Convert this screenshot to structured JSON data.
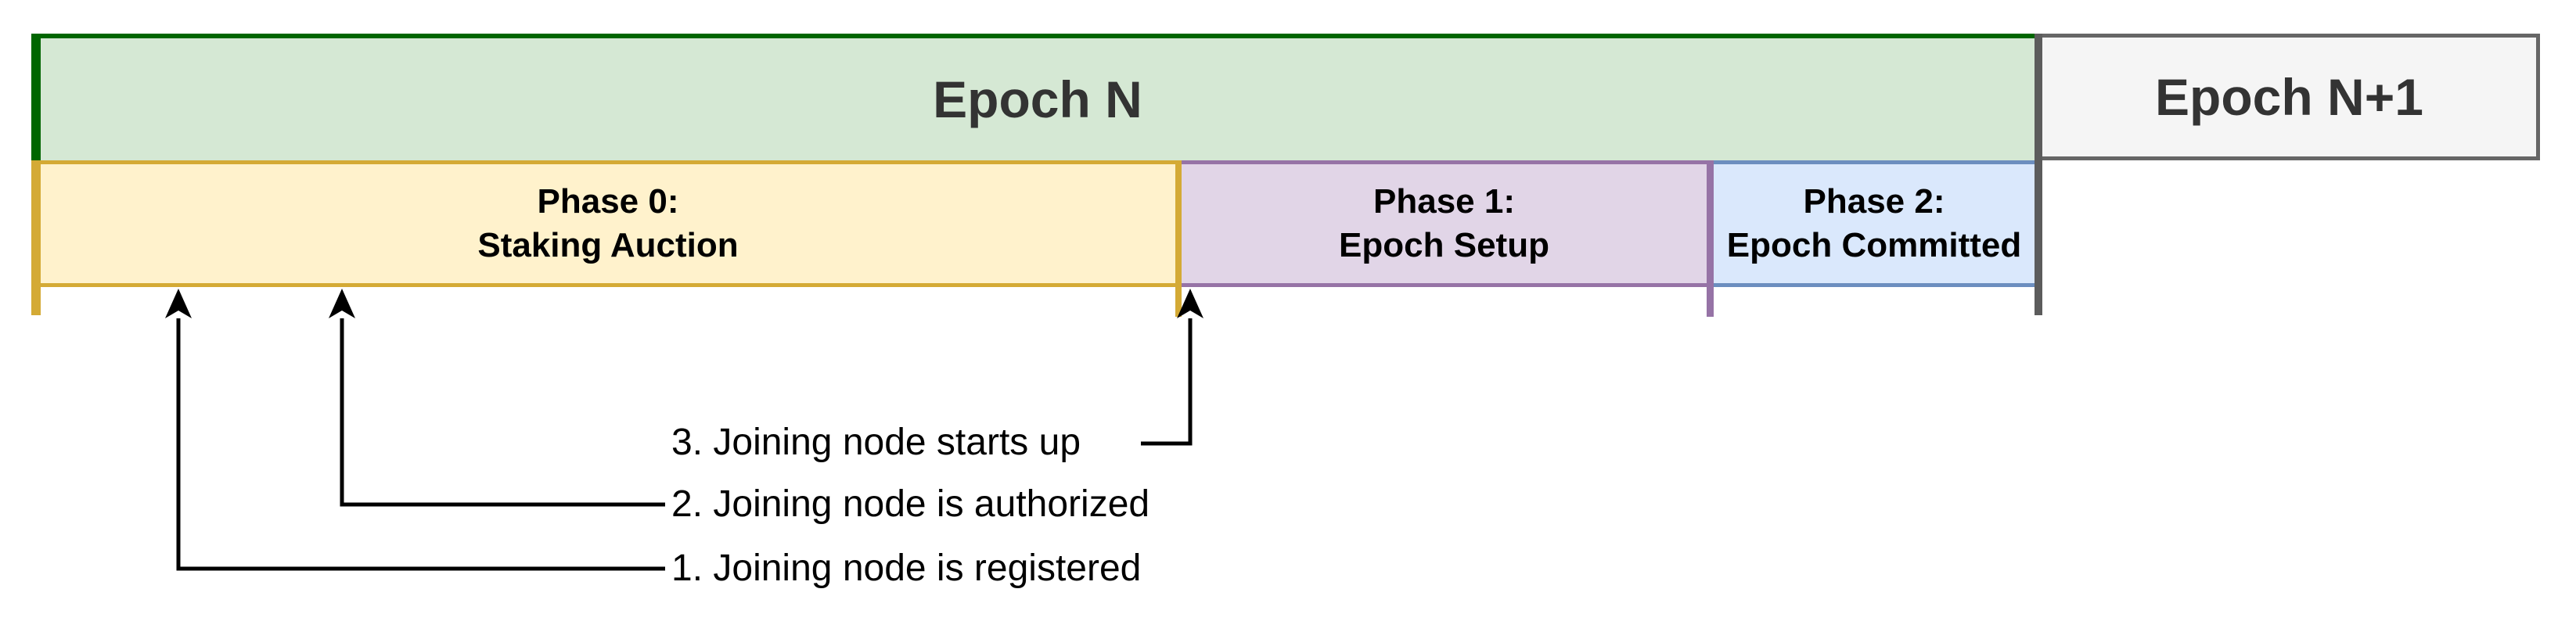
{
  "epoch_row": {
    "epoch_n_label": "Epoch N",
    "epoch_n1_label": "Epoch N+1"
  },
  "phases": [
    {
      "name": "Phase 0:",
      "subtitle": "Staking Auction"
    },
    {
      "name": "Phase 1:",
      "subtitle": "Epoch Setup"
    },
    {
      "name": "Phase 2:",
      "subtitle": "Epoch Committed"
    }
  ],
  "events": [
    {
      "label": "1. Joining node is registered"
    },
    {
      "label": "2. Joining node is authorized"
    },
    {
      "label": "3. Joining node starts up"
    }
  ],
  "colors": {
    "epoch_n_fill": "#d5e8d4",
    "epoch_n_border": "#006600",
    "epoch_n1_fill": "#f5f5f5",
    "epoch_n1_border": "#666666",
    "phase0_fill": "#fff2cc",
    "phase0_border": "#d4aa35",
    "phase1_fill": "#e1d5e7",
    "phase1_border": "#9673a6",
    "phase2_fill": "#dae8fc",
    "phase2_border": "#6c8ebf",
    "divider": "#5c5c5c",
    "arrow": "#000000",
    "epoch_text": "#333333",
    "phase_text": "#000000"
  }
}
